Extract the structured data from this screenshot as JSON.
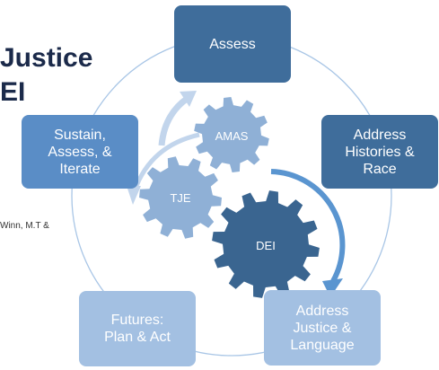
{
  "title": {
    "line1": "Justice",
    "line2": "EI"
  },
  "credit": "Winn, M.T &",
  "nodes": [
    {
      "id": "assess",
      "label": "Assess"
    },
    {
      "id": "address-histories",
      "label": "Address\nHistories &\nRace"
    },
    {
      "id": "address-justice",
      "label": "Address\nJustice &\nLanguage"
    },
    {
      "id": "futures",
      "label": "Futures:\nPlan & Act"
    },
    {
      "id": "sustain",
      "label": "Sustain,\nAssess, &\nIterate"
    }
  ],
  "gears": [
    {
      "id": "amas",
      "label": "AMAS"
    },
    {
      "id": "tje",
      "label": "TJE"
    },
    {
      "id": "dei",
      "label": "DEI"
    }
  ],
  "colors": {
    "node_dark": "#3f6d9b",
    "node_mid": "#5a8dc6",
    "node_light": "#a3c0e2",
    "gear_light": "#8fb0d6",
    "gear_dark": "#3a6590",
    "arrow": "#5a95d0",
    "ring": "#a9c6e6"
  }
}
